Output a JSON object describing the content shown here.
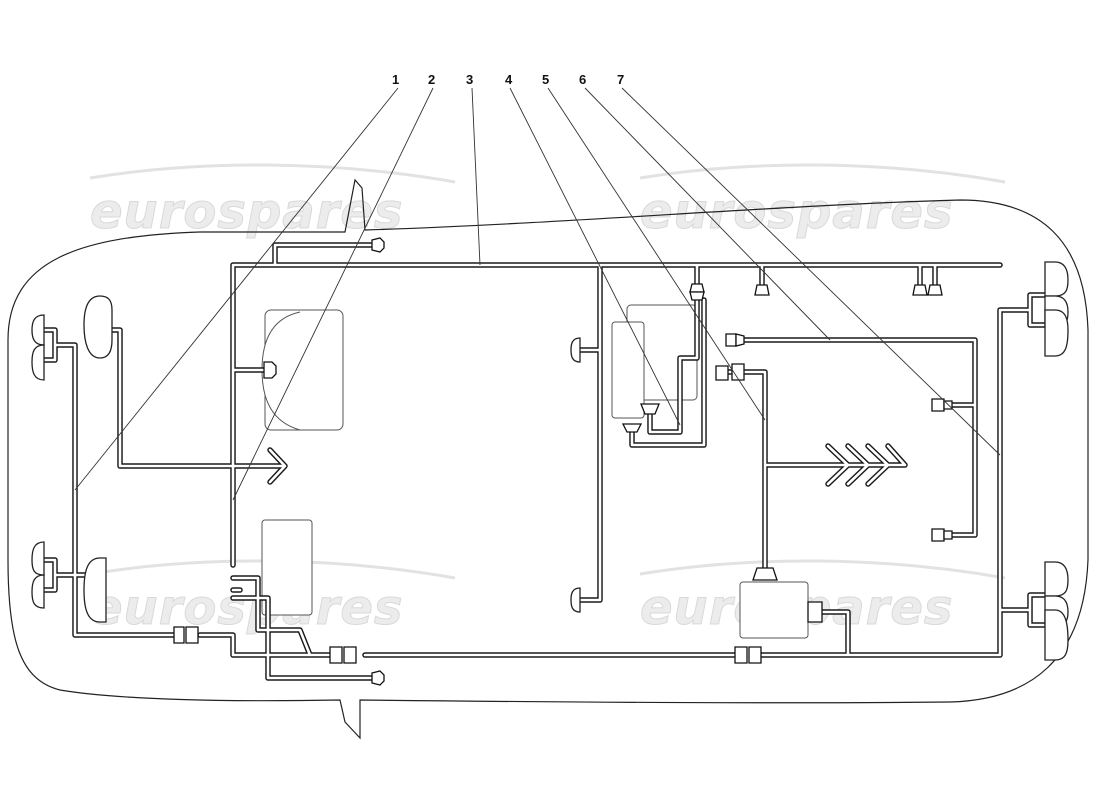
{
  "watermark": {
    "text": "eurospares",
    "color": "#d9d9d9"
  },
  "callouts": [
    {
      "label": "1"
    },
    {
      "label": "2"
    },
    {
      "label": "3"
    },
    {
      "label": "4"
    },
    {
      "label": "5"
    },
    {
      "label": "6"
    },
    {
      "label": "7"
    }
  ]
}
